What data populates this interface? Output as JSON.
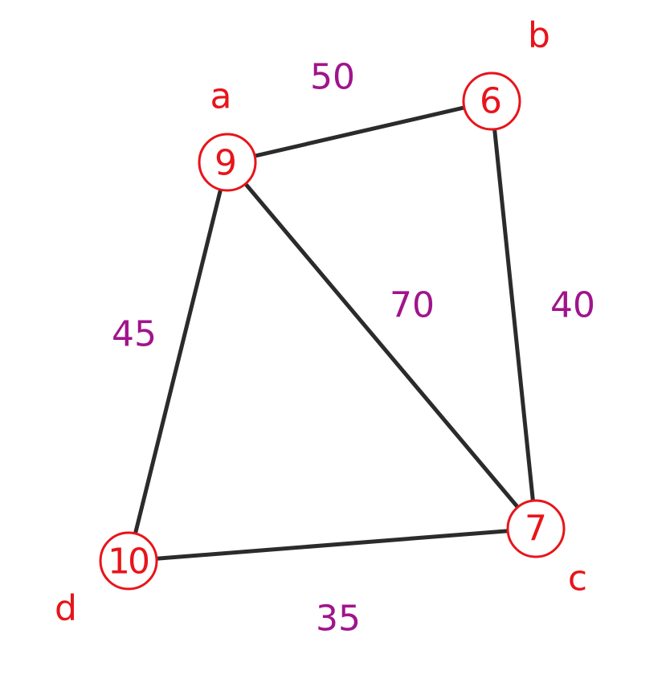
{
  "graph": {
    "colors": {
      "node": "#e8141a",
      "weight": "#a0148c",
      "edge": "#2b2b2b"
    },
    "nodes": [
      {
        "id": "a",
        "name": "a",
        "value": "9"
      },
      {
        "id": "b",
        "name": "b",
        "value": "6"
      },
      {
        "id": "c",
        "name": "c",
        "value": "7"
      },
      {
        "id": "d",
        "name": "d",
        "value": "10"
      }
    ],
    "edges": [
      {
        "from": "a",
        "to": "b",
        "weight": "50"
      },
      {
        "from": "b",
        "to": "c",
        "weight": "40"
      },
      {
        "from": "a",
        "to": "c",
        "weight": "70"
      },
      {
        "from": "a",
        "to": "d",
        "weight": "45"
      },
      {
        "from": "d",
        "to": "c",
        "weight": "35"
      }
    ]
  }
}
